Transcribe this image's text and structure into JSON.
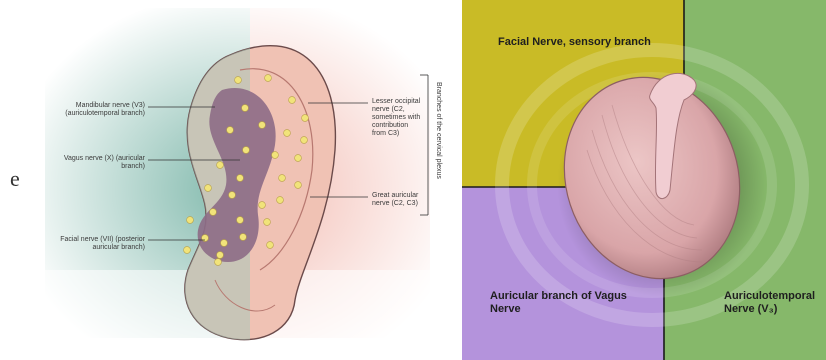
{
  "left_diagram": {
    "stray_letter": "e",
    "labels": {
      "mandibular": "Mandibular nerve (V3) (auriculotemporal branch)",
      "vagus": "Vagus nerve (X) (auricular branch)",
      "facial": "Facial nerve (VII) (posterior auricular branch)",
      "lesser_occipital": "Lesser occipital nerve (C2, sometimes with contribution from C3)",
      "great_auricular": "Great auricular nerve (C2, C3)",
      "cervical_plexus": "Branches of the cervical plexus"
    },
    "colors": {
      "teal_region": "#7fb8ab",
      "pink_region": "#f2b8ae",
      "purple_region": "#8d6b86",
      "dots": "#f1e37a"
    }
  },
  "right_diagram": {
    "quadrants": {
      "top_left": "Facial Nerve, sensory branch",
      "bottom_left": "Auricular branch of Vagus Nerve",
      "bottom_right": "Auriculotemporal Nerve (V₃)"
    },
    "colors": {
      "olive": "#c9bb26",
      "green": "#86b86a",
      "purple": "#b493dc",
      "membrane": "#d9a5a8"
    }
  }
}
